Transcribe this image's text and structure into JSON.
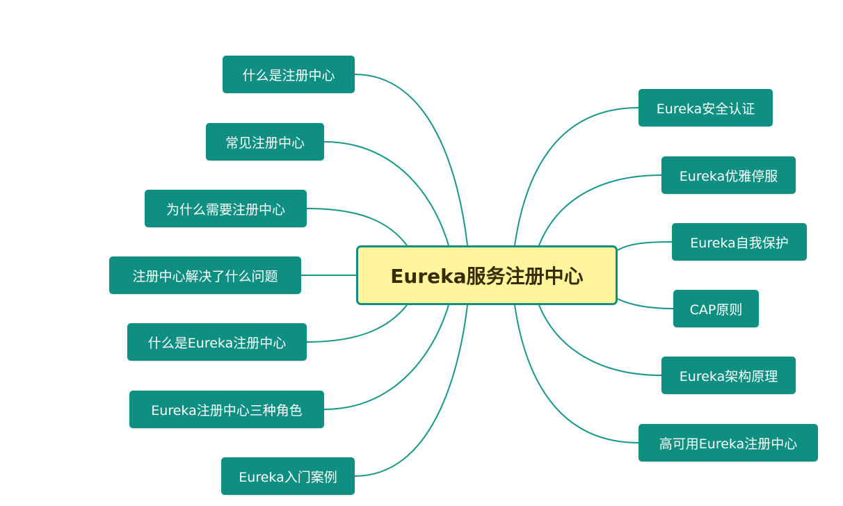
{
  "mindmap": {
    "center": {
      "label": "Eureka服务注册中心"
    },
    "left_topics": [
      {
        "label": "什么是注册中心"
      },
      {
        "label": "常见注册中心"
      },
      {
        "label": "为什么需要注册中心"
      },
      {
        "label": "注册中心解决了什么问题"
      },
      {
        "label": "什么是Eureka注册中心"
      },
      {
        "label": "Eureka注册中心三种角色"
      },
      {
        "label": "Eureka入门案例"
      }
    ],
    "right_topics": [
      {
        "label": "Eureka安全认证"
      },
      {
        "label": "Eureka优雅停服"
      },
      {
        "label": "Eureka自我保护"
      },
      {
        "label": "CAP原则"
      },
      {
        "label": "Eureka架构原理"
      },
      {
        "label": "高可用Eureka注册中心"
      }
    ]
  },
  "colors": {
    "topic_fill": "#0f8f82",
    "topic_text": "#ffffff",
    "center_fill": "#fff59c",
    "center_border": "#0f8f82",
    "center_text": "#3a2a06",
    "connector": "#17968a"
  }
}
